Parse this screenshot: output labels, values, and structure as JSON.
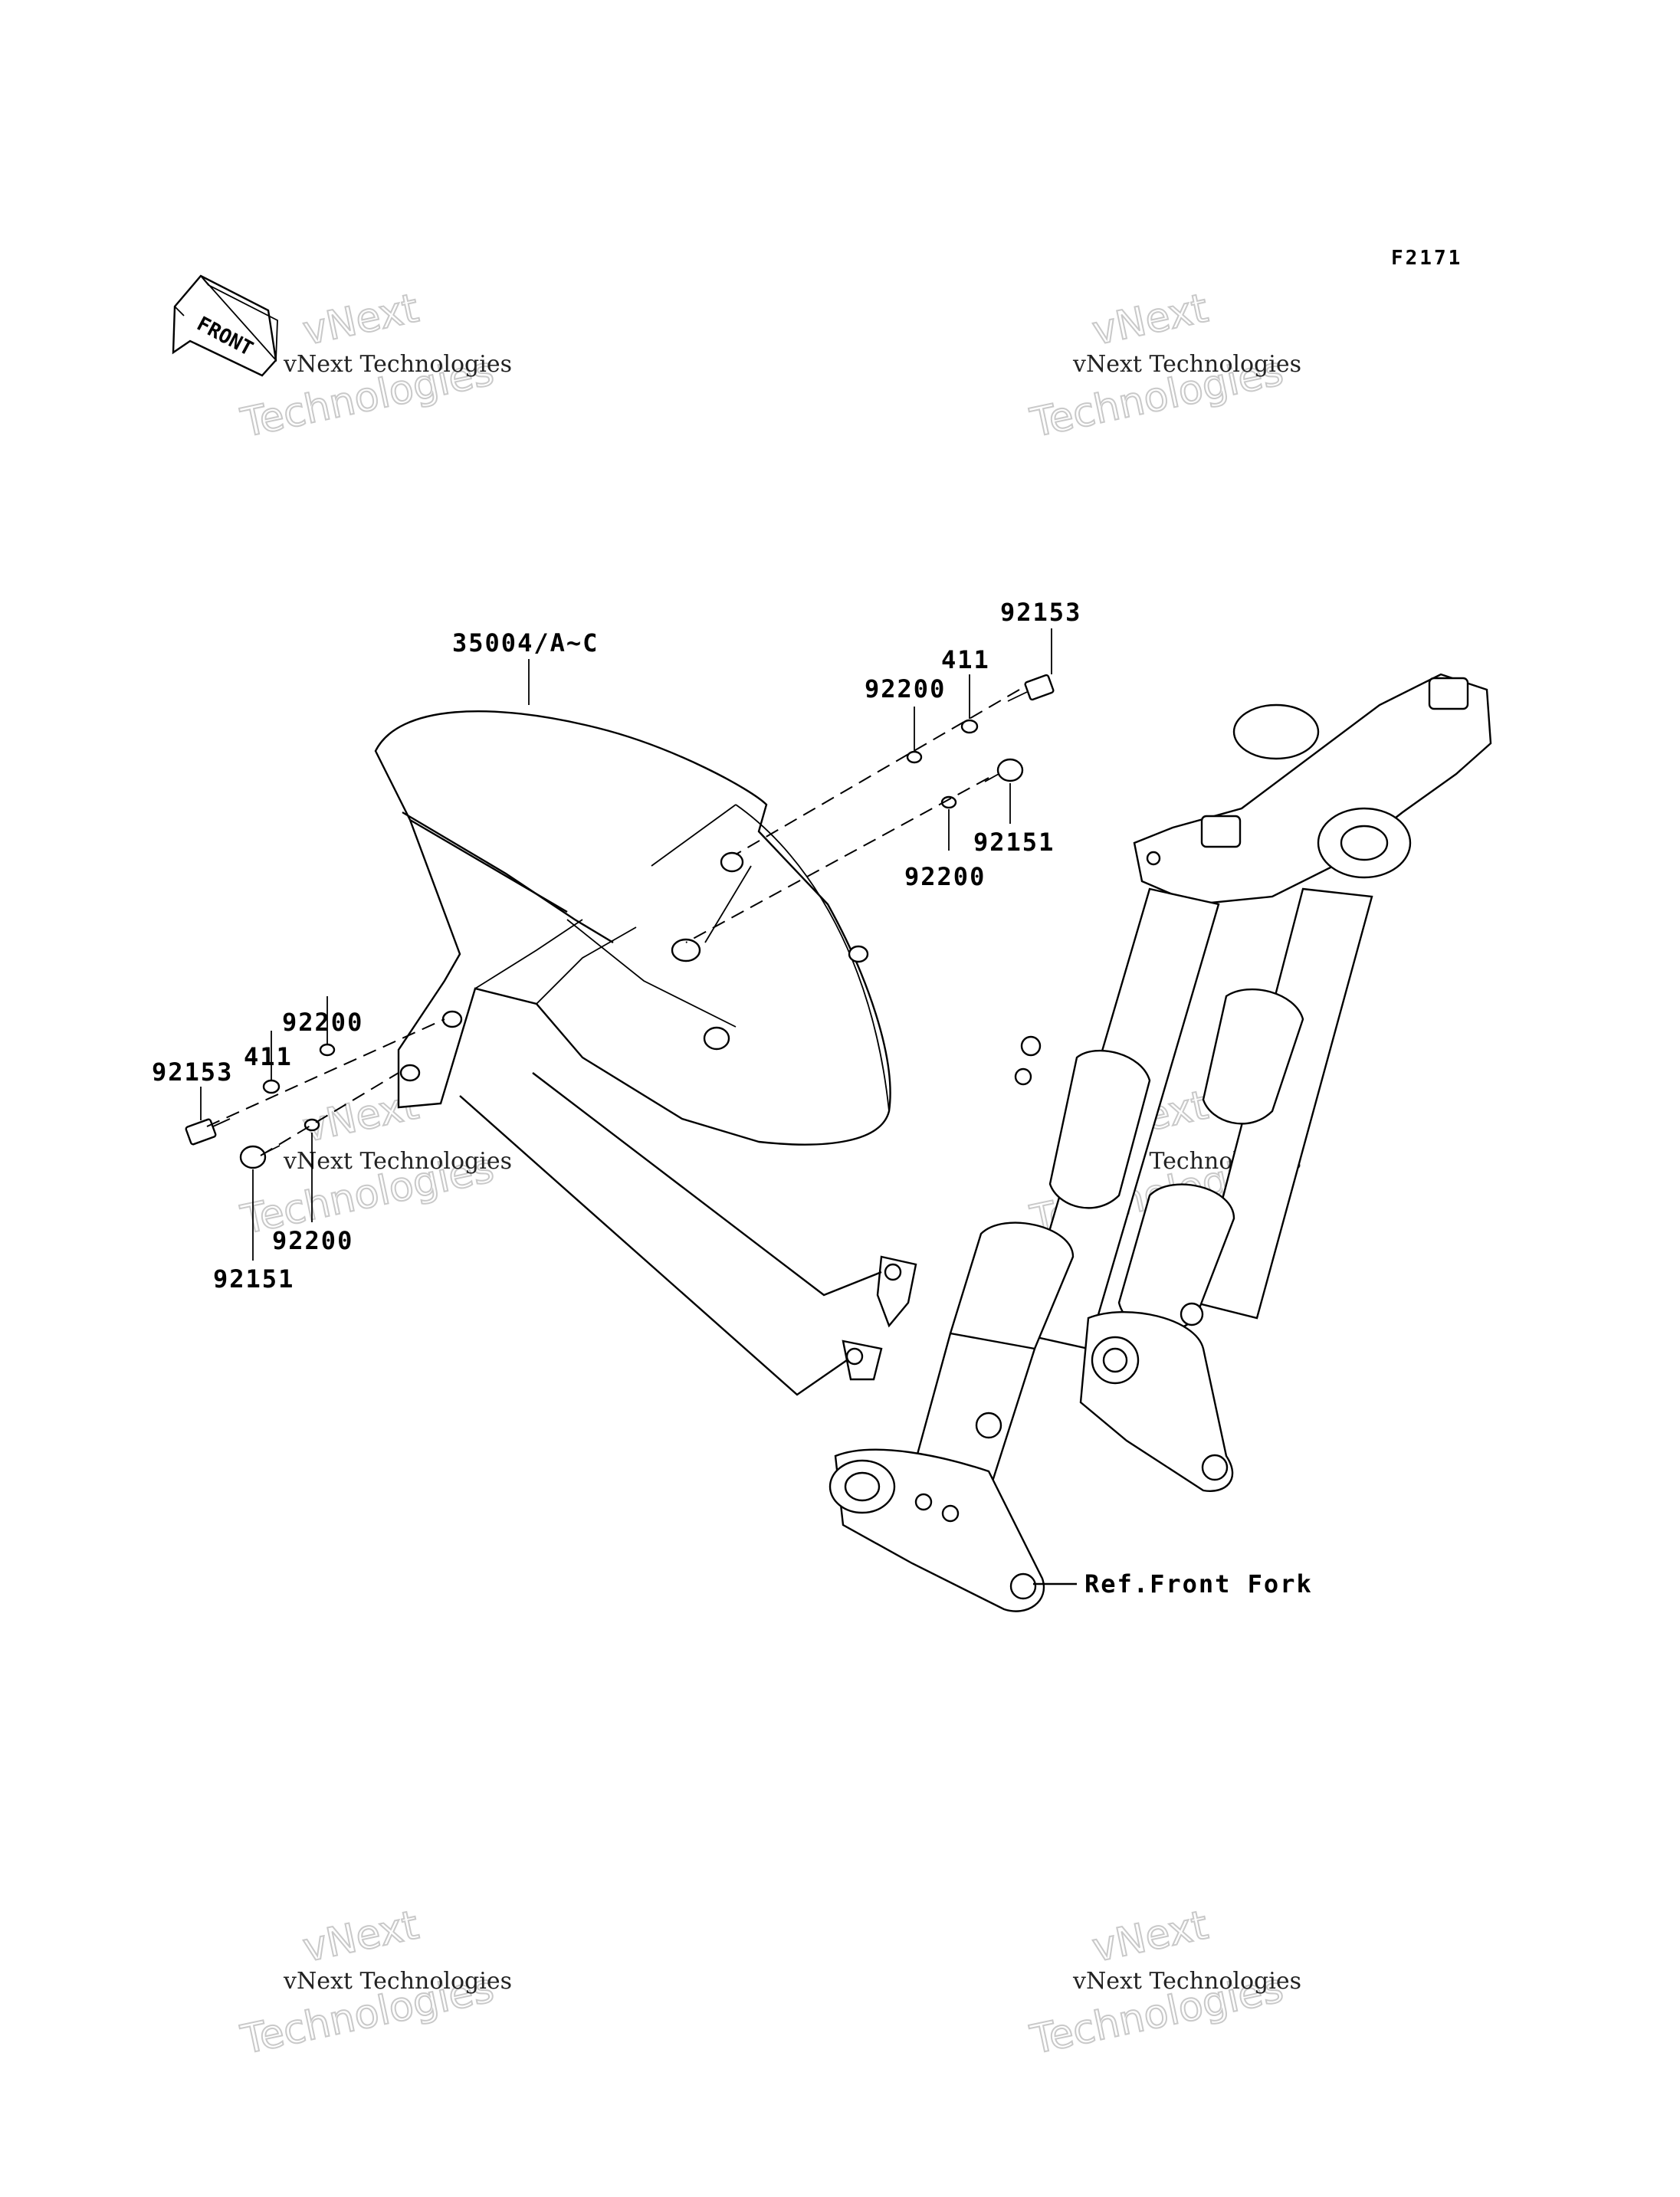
{
  "diagram": {
    "code": "F2171",
    "front_label": "FRONT",
    "reference_label": "Ref.Front Fork",
    "callouts": {
      "fender": "35004/A~C",
      "bolt_top_right": "92153",
      "collar_top_right": "411",
      "washer_top_right": "92200",
      "screw_right": "92151",
      "washer_right_lower": "92200",
      "washer_left_upper": "92200",
      "collar_left": "411",
      "bolt_left": "92153",
      "washer_left_lower": "92200",
      "screw_left": "92151"
    }
  },
  "watermarks": [
    {
      "line1": "vNext Technologies",
      "big1": "vNext",
      "big2": "Technologies"
    },
    {
      "line1": "vNext Technologies",
      "big1": "vNext",
      "big2": "Technologies"
    },
    {
      "line1": "vNext Technologies",
      "big1": "vNext",
      "big2": "Technologies"
    },
    {
      "line1": "vNext Technologies",
      "big1": "vNext",
      "big2": "Technologies"
    },
    {
      "line1": "vNext Technologies",
      "big1": "vNext",
      "big2": "Technologies"
    },
    {
      "line1": "vNext Technologies",
      "big1": "vNext",
      "big2": "Technologies"
    }
  ]
}
